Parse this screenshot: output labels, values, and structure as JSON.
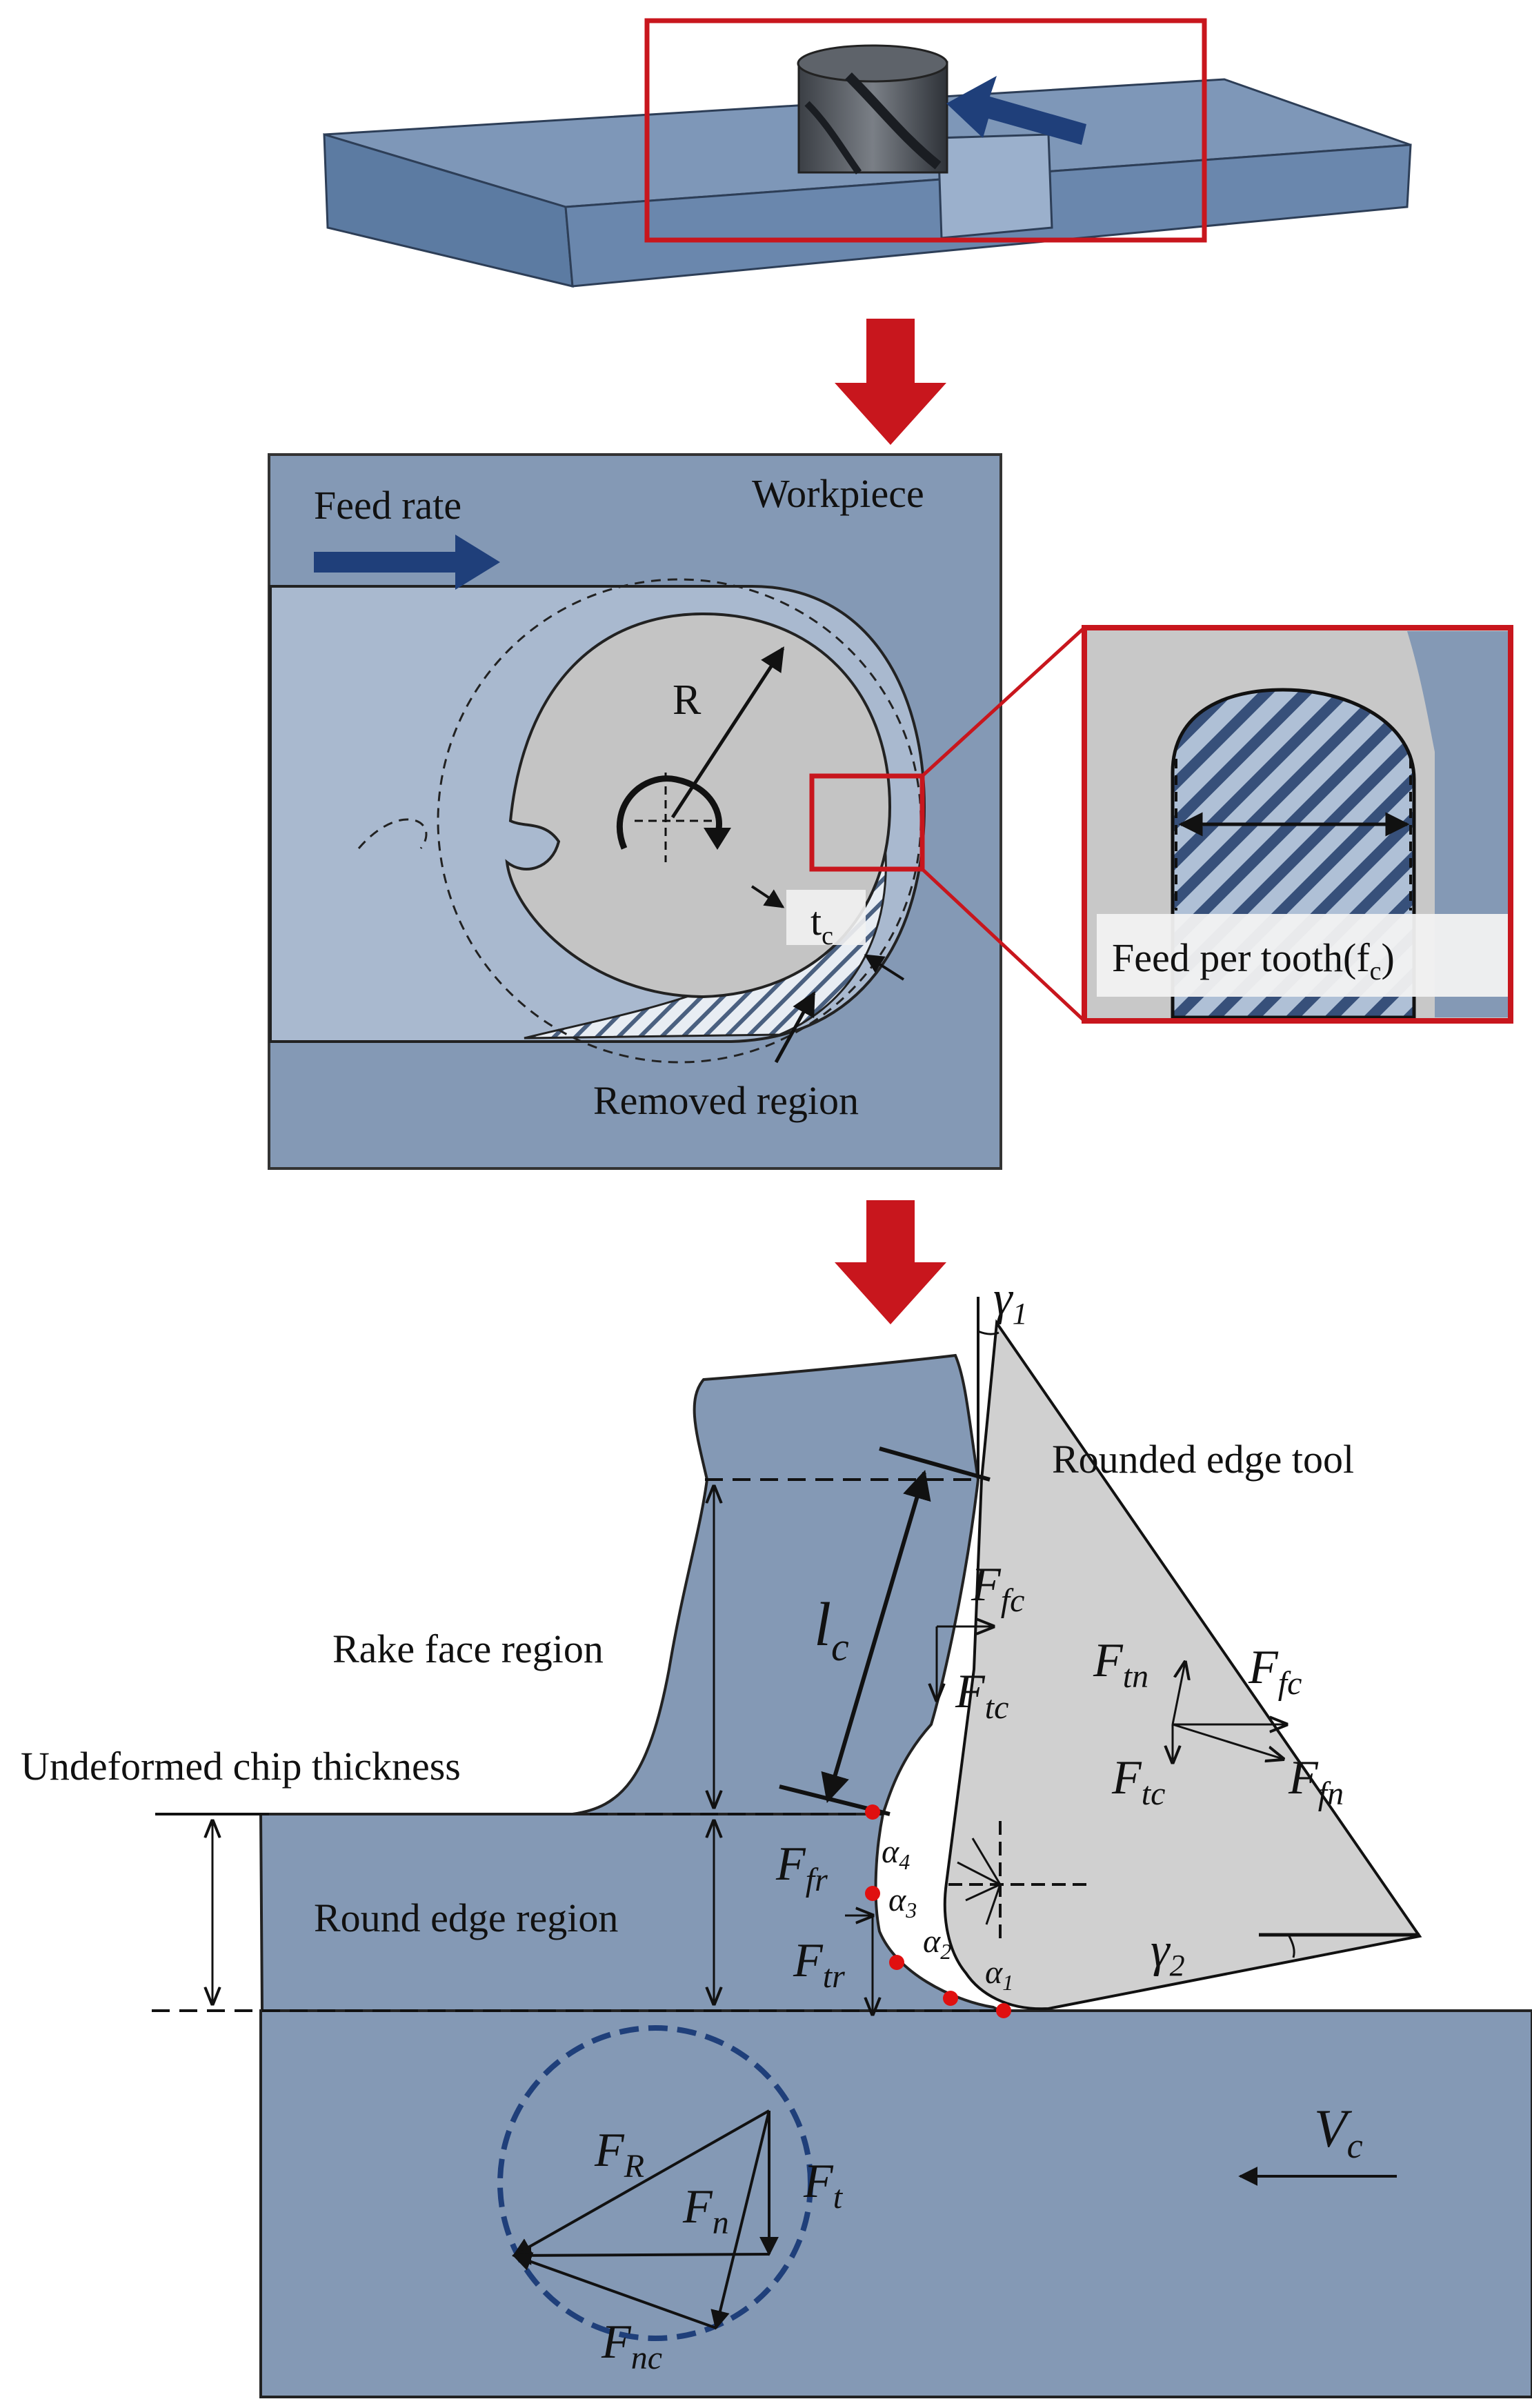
{
  "colors": {
    "workpiece": "#8499B5",
    "workpiece_dark": "#5F7DA3",
    "tool_gray": "#D0D0D0",
    "cutter_gray": "#C4C4C4",
    "highlight_red": "#C8161D",
    "arrow_navy": "#1F3F7A",
    "contact_dot": "#E01010"
  },
  "panel2": {
    "feed_rate": "Feed rate",
    "workpiece": "Workpiece",
    "radius": "R",
    "chip_thickness": "t",
    "chip_thickness_sub": "c",
    "removed_region": "Removed region",
    "zoom_label": "Feed per tooth(f",
    "zoom_label_sub": "c",
    "zoom_label_close": ")"
  },
  "panel3": {
    "tool_title": "Rounded edge tool",
    "rake_face_region": "Rake face region",
    "undeformed_chip_thickness": "Undeformed chip thickness",
    "round_edge_region": "Round edge region",
    "gamma1": "γ",
    "gamma1_sub": "1",
    "gamma2": "γ",
    "gamma2_sub": "2",
    "lc": "l",
    "lc_sub": "c",
    "f_fc_rake": "F",
    "f_fc_rake_sub": "fc",
    "f_tc_rake": "F",
    "f_tc_rake_sub": "tc",
    "f_tn": "F",
    "f_tn_sub": "tn",
    "f_fc_right": "F",
    "f_fc_right_sub": "fc",
    "f_tc_right": "F",
    "f_tc_right_sub": "tc",
    "f_fn": "F",
    "f_fn_sub": "fn",
    "f_fr": "F",
    "f_fr_sub": "fr",
    "f_tr": "F",
    "f_tr_sub": "tr",
    "alpha1": "α",
    "alpha1_sub": "1",
    "alpha2": "α",
    "alpha2_sub": "2",
    "alpha3": "α",
    "alpha3_sub": "3",
    "alpha4": "α",
    "alpha4_sub": "4",
    "f_r": "F",
    "f_r_sub": "R",
    "f_n": "F",
    "f_n_sub": "n",
    "f_t": "F",
    "f_t_sub": "t",
    "f_nc": "F",
    "f_nc_sub": "nc",
    "v_c": "V",
    "v_c_sub": "c"
  }
}
